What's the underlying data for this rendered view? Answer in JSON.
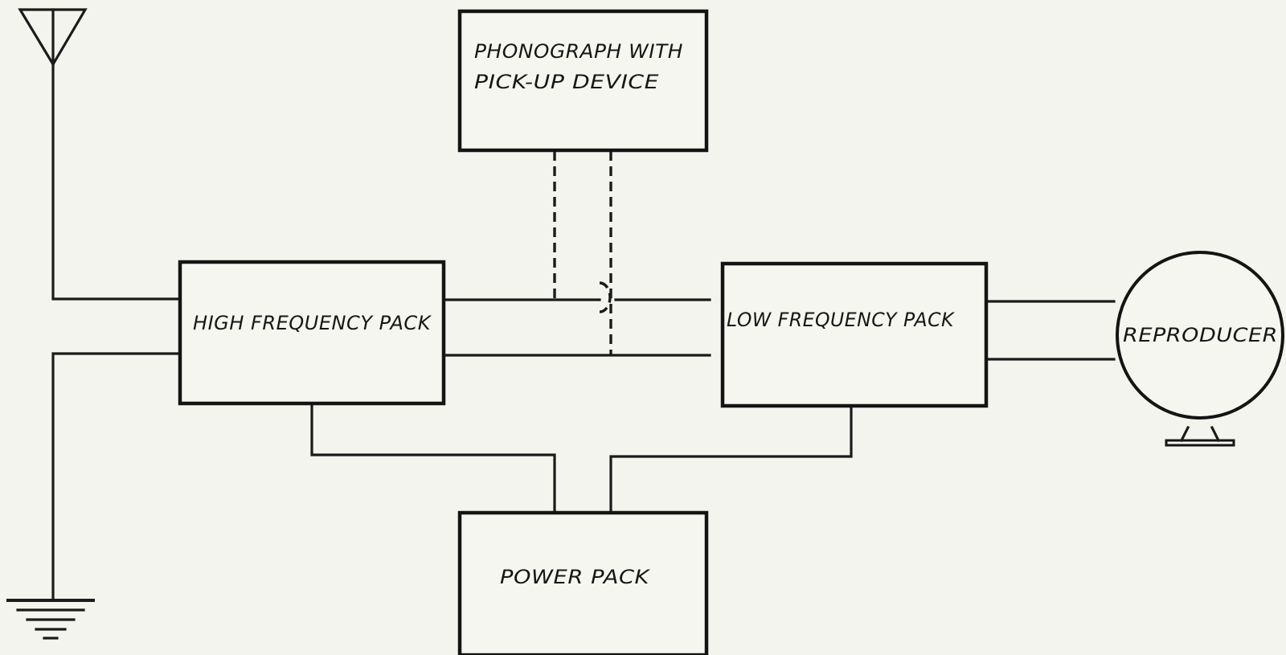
{
  "diagram": {
    "blocks": {
      "phonograph": {
        "line1": "Phonograph With",
        "line2": "Pick-Up Device"
      },
      "high_frequency": {
        "label": "High Frequency Pack"
      },
      "low_frequency": {
        "label": "Low Frequency Pack"
      },
      "power": {
        "label": "Power Pack"
      },
      "reproducer": {
        "label": "Reproducer"
      }
    },
    "symbols": {
      "antenna": "antenna-icon",
      "ground": "ground-icon",
      "speaker": "loudspeaker-icon"
    },
    "colors": {
      "ink": "#141414",
      "paper": "#f4f4ef"
    }
  }
}
